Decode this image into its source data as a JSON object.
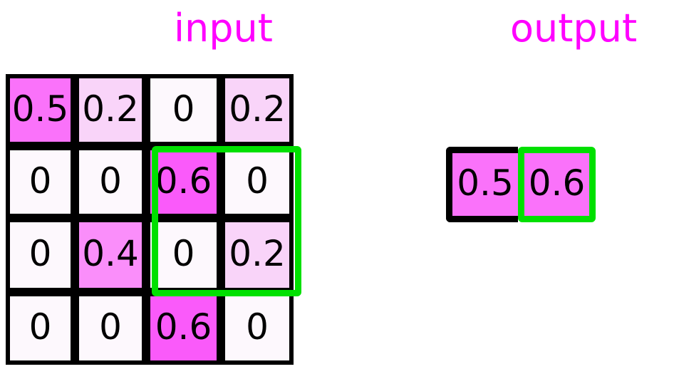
{
  "labels": {
    "input_title": "input",
    "output_title": "output"
  },
  "colors": {
    "title": "#ff00ff",
    "highlight": "#00e000",
    "border": "#000000",
    "background": "#ffffff",
    "v0": "#fdf8fd",
    "v02": "#f9d4f9",
    "v04": "#fa8efa",
    "v05": "#fa72fa",
    "v06": "#fa5afa"
  },
  "input_matrix": {
    "rows": 4,
    "cols": 4,
    "cells": [
      [
        {
          "value": "0.5",
          "bg": "#fa72fa"
        },
        {
          "value": "0.2",
          "bg": "#f9d4f9"
        },
        {
          "value": "0",
          "bg": "#fdf8fd"
        },
        {
          "value": "0.2",
          "bg": "#f9d4f9"
        }
      ],
      [
        {
          "value": "0",
          "bg": "#fdf8fd"
        },
        {
          "value": "0",
          "bg": "#fdf8fd"
        },
        {
          "value": "0.6",
          "bg": "#fa5afa"
        },
        {
          "value": "0",
          "bg": "#fdf8fd"
        }
      ],
      [
        {
          "value": "0",
          "bg": "#fdf8fd"
        },
        {
          "value": "0.4",
          "bg": "#fa8efa"
        },
        {
          "value": "0",
          "bg": "#fdf8fd"
        },
        {
          "value": "0.2",
          "bg": "#f9d4f9"
        }
      ],
      [
        {
          "value": "0",
          "bg": "#fdf8fd"
        },
        {
          "value": "0",
          "bg": "#fdf8fd"
        },
        {
          "value": "0.6",
          "bg": "#fa5afa"
        },
        {
          "value": "0",
          "bg": "#fdf8fd"
        }
      ]
    ],
    "selection": {
      "row_start": 0,
      "row_end": 1,
      "col_start": 2,
      "col_end": 3
    }
  },
  "output_matrix": {
    "rows": 1,
    "cols": 2,
    "cells": [
      [
        {
          "value": "0.5",
          "bg": "#fa72fa",
          "outline": "#000000"
        },
        {
          "value": "0.6",
          "bg": "#fa72fa",
          "outline": "#00e000"
        }
      ]
    ]
  },
  "chart_data": {
    "type": "heatmap",
    "title": "",
    "panels": [
      {
        "name": "input",
        "shape": [
          4,
          4
        ],
        "values": [
          [
            0.5,
            0.2,
            0.0,
            0.2
          ],
          [
            0.0,
            0.0,
            0.6,
            0.0
          ],
          [
            0.0,
            0.4,
            0.0,
            0.2
          ],
          [
            0.0,
            0.0,
            0.6,
            0.0
          ]
        ],
        "highlight_region": {
          "rows": [
            0,
            1
          ],
          "cols": [
            2,
            3
          ],
          "color": "#00e000"
        }
      },
      {
        "name": "output",
        "shape": [
          1,
          2
        ],
        "values": [
          [
            0.5,
            0.6
          ]
        ],
        "highlight_region": {
          "rows": [
            0,
            0
          ],
          "cols": [
            1,
            1
          ],
          "color": "#00e000"
        }
      }
    ],
    "colormap": "white-to-magenta",
    "vmin": 0,
    "vmax": 0.6
  }
}
